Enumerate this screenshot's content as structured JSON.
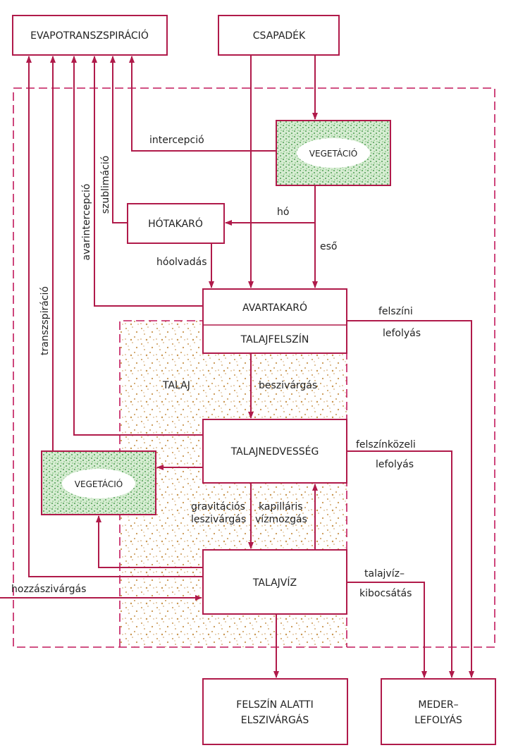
{
  "boxes": {
    "evapotranspiration": "EVAPOTRANSZSPIRÁCIÓ",
    "precipitation": "CSAPADÉK",
    "vegetation_top": "VEGETÁCIÓ",
    "snow_cover": "HÓTAKARÓ",
    "litter": "AVARTAKARÓ",
    "soil_surface": "TALAJFELSZÍN",
    "soil_moisture": "TALAJNEDVESSÉG",
    "vegetation_bottom": "VEGETÁCIÓ",
    "groundwater": "TALAJVÍZ",
    "deep_percolation_l1": "FELSZÍN ALATTI",
    "deep_percolation_l2": "ELSZIVÁRGÁS",
    "channel_runoff_l1": "MEDER–",
    "channel_runoff_l2": "LEFOLYÁS"
  },
  "labels": {
    "interception": "intercepció",
    "sublimation": "szublimáció",
    "litter_interception": "avarintercepció",
    "transpiration": "transzspiráció",
    "snow": "hó",
    "rain": "eső",
    "snowmelt": "hóolvadás",
    "surface_runoff_l1": "felszíni",
    "surface_runoff_l2": "lefolyás",
    "soil": "TALAJ",
    "infiltration": "beszivárgás",
    "subsurface_runoff_l1": "felszínközeli",
    "subsurface_runoff_l2": "lefolyás",
    "gravitational_l1": "gravitációs",
    "gravitational_l2": "leszivárgás",
    "capillary_l1": "kapilláris",
    "capillary_l2": "vízmozgás",
    "inflow_seepage": "hozzászivárgás",
    "groundwater_discharge_l1": "talajvíz–",
    "groundwater_discharge_l2": "kibocsátás"
  },
  "colors": {
    "box_stroke": "#b01a4a",
    "boundary_dash": "#c2185b",
    "soil_dots": "#c99650",
    "vegetation_fill": "#5aaa5a"
  }
}
